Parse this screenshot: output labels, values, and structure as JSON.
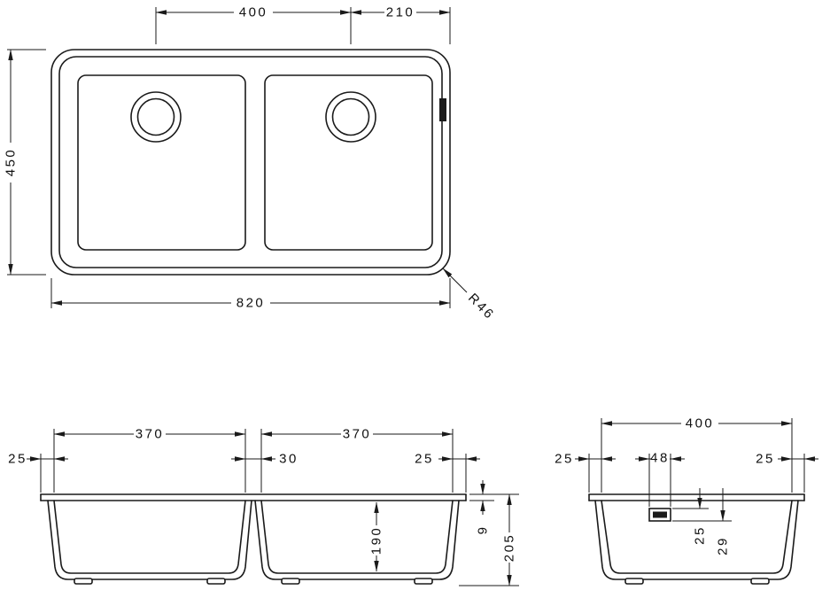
{
  "drawing": {
    "top_view": {
      "drain_spacing": "400",
      "drain_to_edge": "210",
      "overall_depth": "450",
      "overall_width": "820",
      "corner_radius": "R46"
    },
    "front_section": {
      "left_bowl_width": "370",
      "right_bowl_width": "370",
      "left_overhang": "25",
      "divider_width": "30",
      "right_overhang": "25",
      "rim_thickness": "9",
      "overall_depth": "205",
      "bowl_depth": "190"
    },
    "side_section": {
      "bowl_length": "400",
      "front_overhang": "25",
      "drain_width": "48",
      "back_overhang": "25",
      "drain_offset_top": "25",
      "drain_offset_bottom": "29"
    }
  },
  "colors": {
    "line": "#1a1a1a",
    "background": "#ffffff"
  }
}
